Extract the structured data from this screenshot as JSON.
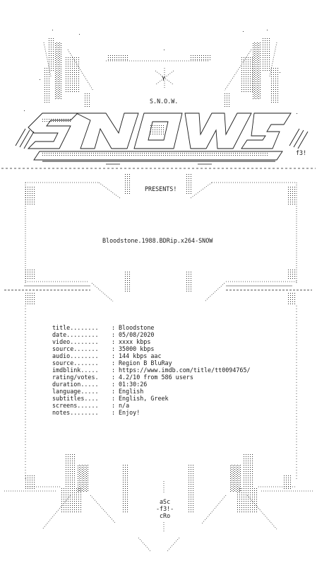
{
  "art": {
    "group_tag": "S.N.O.W.",
    "y_tag": "Y",
    "artist_tag": "f3!",
    "presents": "PRESENTS!",
    "release_name": "Bloodstone.1988.BDRip.x264-SNOW",
    "footer_lines": [
      "aSc",
      "-f3!-",
      "cRo"
    ]
  },
  "info": [
    {
      "label": "title........",
      "value": "Bloodstone"
    },
    {
      "label": "date.........",
      "value": "05/08/2020"
    },
    {
      "label": "video........",
      "value": "xxxx kbps"
    },
    {
      "label": "source.......",
      "value": "35000 kbps"
    },
    {
      "label": "audio........",
      "value": "144 kbps aac"
    },
    {
      "label": "source.......",
      "value": "Region B BluRay"
    },
    {
      "label": "imdblink.....",
      "value": "https://www.imdb.com/title/tt0094765/"
    },
    {
      "label": "rating/votes.",
      "value": "4.2/10 from 586 users"
    },
    {
      "label": "duration.....",
      "value": "01:30:26"
    },
    {
      "label": "language.....",
      "value": "English"
    },
    {
      "label": "subtitles....",
      "value": "English, Greek"
    },
    {
      "label": "screens......",
      "value": "n/a"
    },
    {
      "label": "notes........",
      "value": "Enjoy!"
    }
  ]
}
